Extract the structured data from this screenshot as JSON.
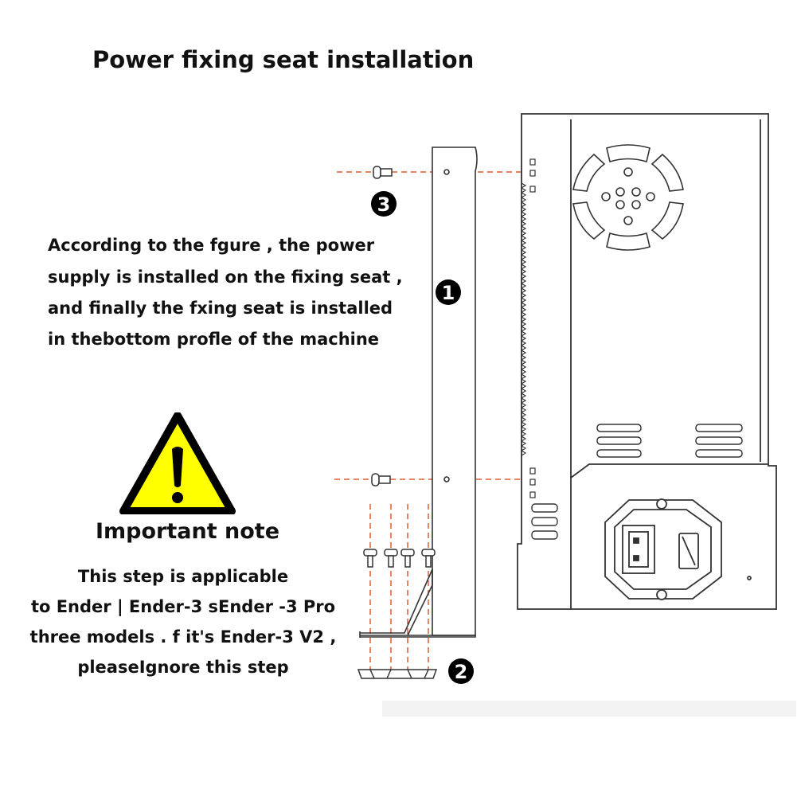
{
  "title": "Power fixing seat installation",
  "description": [
    "According to the fgure , the power",
    "supply is installed on the fixing seat ,",
    "and finally the fxing seat is installed",
    "in thebottom profle of the machine"
  ],
  "note": {
    "heading": "Important note",
    "lines": [
      "This step is applicable",
      "to Ender | Ender-3 sEnder -3 Pro",
      "three models . f it's Ender-3 V2 ,",
      "pleaseIgnore this step"
    ]
  },
  "markers": {
    "bracket": "1",
    "nuts": "2",
    "screws": "3"
  },
  "colors": {
    "warning_fill": "#ffff00",
    "warning_outline": "#000000",
    "dashed_line": "#e05a30",
    "ink": "#222222"
  },
  "icons": {
    "warning": "warning-triangle-icon"
  }
}
